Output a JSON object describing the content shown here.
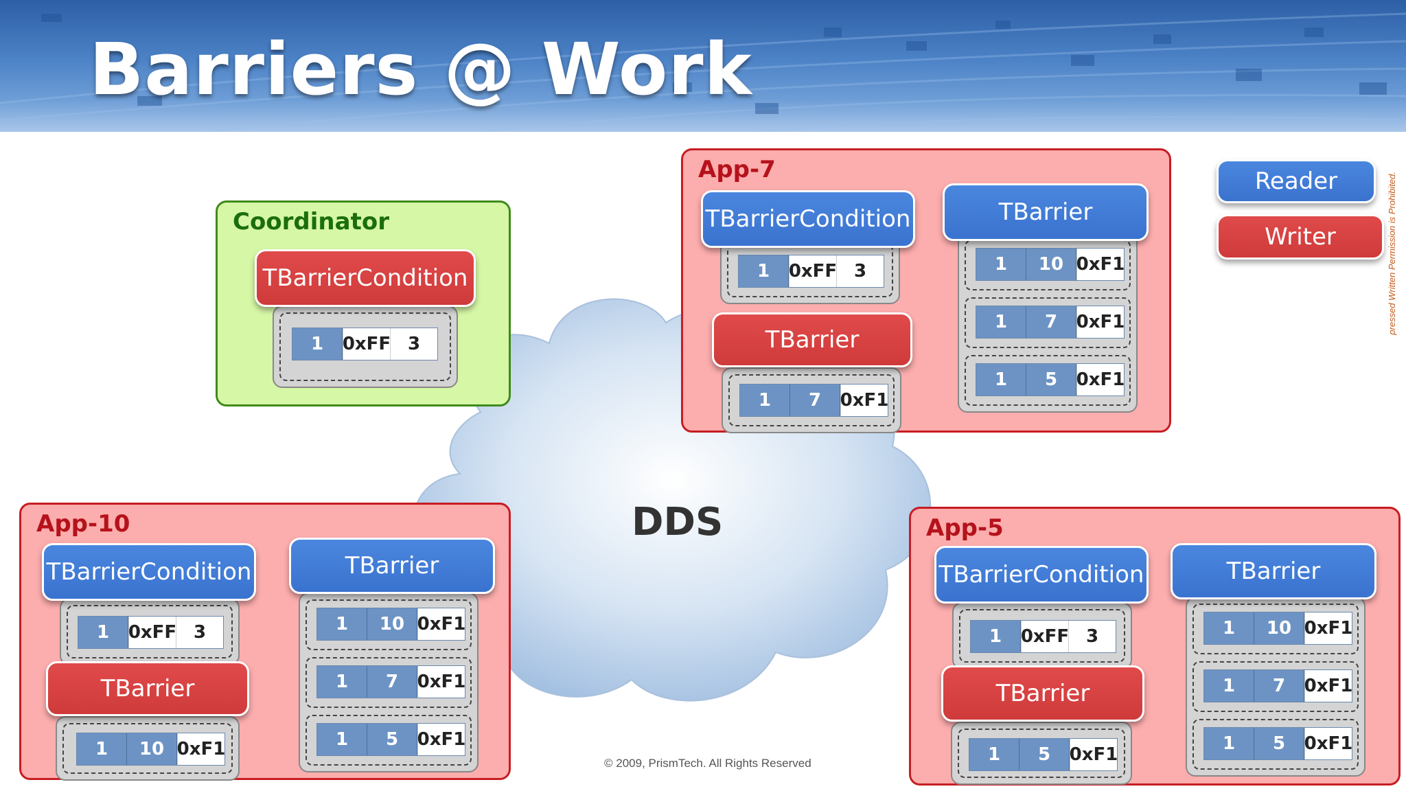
{
  "slide": {
    "title": "Barriers @ Work",
    "cloud_label": "DDS",
    "copyright": "© 2009, PrismTech. All Rights Reserved",
    "side_note": "pressed Written Permission is Prohibited."
  },
  "legend": {
    "reader": "Reader",
    "writer": "Writer"
  },
  "colors": {
    "reader": "#3a73cf",
    "writer": "#cf3a3a",
    "app_box": "#fcadad",
    "coordinator_box": "#d6f7a6"
  },
  "coordinator": {
    "title": "Coordinator",
    "condition_label": "TBarrierCondition",
    "condition_sample": [
      "1",
      "0xFF",
      "3"
    ]
  },
  "app7": {
    "title": "App-7",
    "condition_label": "TBarrierCondition",
    "condition_sample": [
      "1",
      "0xFF",
      "3"
    ],
    "writer_label": "TBarrier",
    "writer_sample": [
      "1",
      "7",
      "0xF1"
    ],
    "reader_label": "TBarrier",
    "reader_samples": [
      [
        "1",
        "10",
        "0xF1"
      ],
      [
        "1",
        "7",
        "0xF1"
      ],
      [
        "1",
        "5",
        "0xF1"
      ]
    ]
  },
  "app10": {
    "title": "App-10",
    "condition_label": "TBarrierCondition",
    "condition_sample": [
      "1",
      "0xFF",
      "3"
    ],
    "writer_label": "TBarrier",
    "writer_sample": [
      "1",
      "10",
      "0xF1"
    ],
    "reader_label": "TBarrier",
    "reader_samples": [
      [
        "1",
        "10",
        "0xF1"
      ],
      [
        "1",
        "7",
        "0xF1"
      ],
      [
        "1",
        "5",
        "0xF1"
      ]
    ]
  },
  "app5": {
    "title": "App-5",
    "condition_label": "TBarrierCondition",
    "condition_sample": [
      "1",
      "0xFF",
      "3"
    ],
    "writer_label": "TBarrier",
    "writer_sample": [
      "1",
      "5",
      "0xF1"
    ],
    "reader_label": "TBarrier",
    "reader_samples": [
      [
        "1",
        "10",
        "0xF1"
      ],
      [
        "1",
        "7",
        "0xF1"
      ],
      [
        "1",
        "5",
        "0xF1"
      ]
    ]
  }
}
